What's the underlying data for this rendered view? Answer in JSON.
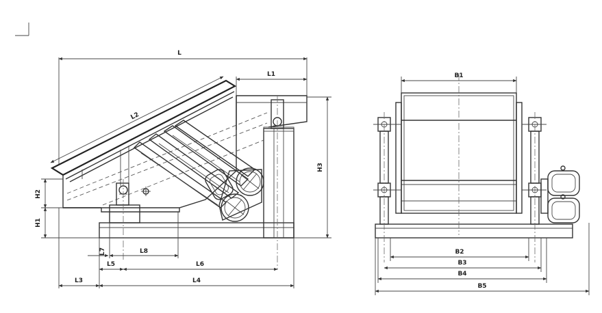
{
  "side_view": {
    "dimensions": {
      "L": "L",
      "L1": "L1",
      "L2": "L2",
      "L3": "L3",
      "L4": "L4",
      "L5": "L5",
      "L6": "L6",
      "L7": "L7",
      "L8": "L8",
      "H1": "H1",
      "H2": "H2",
      "H3": "H3"
    }
  },
  "front_view": {
    "dimensions": {
      "B1": "B1",
      "B2": "B2",
      "B3": "B3",
      "B4": "B4",
      "B5": "B5"
    }
  }
}
